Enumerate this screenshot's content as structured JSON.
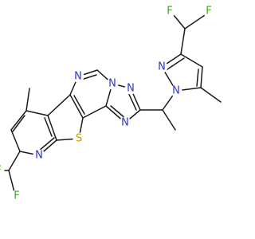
{
  "colors": {
    "bond": "#1a1a1a",
    "N": "#2a33d6",
    "S": "#b8a000",
    "F": "#3fa81c",
    "background": "#ffffff"
  },
  "atoms": [
    {
      "id": "F1",
      "label": "F",
      "element": "F"
    },
    {
      "id": "F2",
      "label": "F",
      "element": "F"
    },
    {
      "id": "N_pz2",
      "label": "N",
      "element": "N"
    },
    {
      "id": "N_pz1",
      "label": "N",
      "element": "N"
    },
    {
      "id": "N_tz_top",
      "label": "N",
      "element": "N"
    },
    {
      "id": "N_tz_bridge",
      "label": "N",
      "element": "N"
    },
    {
      "id": "N_pyr",
      "label": "N",
      "element": "N"
    },
    {
      "id": "N_tz_low",
      "label": "N",
      "element": "N"
    },
    {
      "id": "S",
      "label": "S",
      "element": "S"
    },
    {
      "id": "N_py",
      "label": "N",
      "element": "N"
    },
    {
      "id": "F3",
      "label": "F",
      "element": "F"
    },
    {
      "id": "F4",
      "label": "F",
      "element": "F"
    }
  ]
}
